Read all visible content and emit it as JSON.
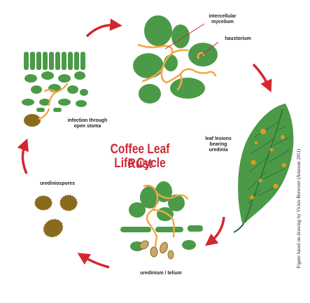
{
  "title": {
    "line1": "Coffee Leaf Rust",
    "line2": "Life Cycle"
  },
  "labels": {
    "intercellular_line1": "intercellular",
    "intercellular_line2": "mycelium",
    "haustorium": "haustorium",
    "lesions_line1": "leaf lesions",
    "lesions_line2": "bearing",
    "lesions_line3": "uredinia",
    "infection_line1": "infection through",
    "infection_line2": "open stoma",
    "urediniospores": "urediniospores",
    "uredinium": "uredinium / telium"
  },
  "credit": "Figure based on drawing by Vickie Brewster (Arneson 2011)",
  "colors": {
    "leaf_green": "#4b9a48",
    "spore_brown": "#8a6a1c",
    "hyphae_orange": "#f2a844",
    "arrow_red": "#d3272f",
    "title_red": "#cc2a36",
    "lesion_orange": "#e8961c"
  }
}
